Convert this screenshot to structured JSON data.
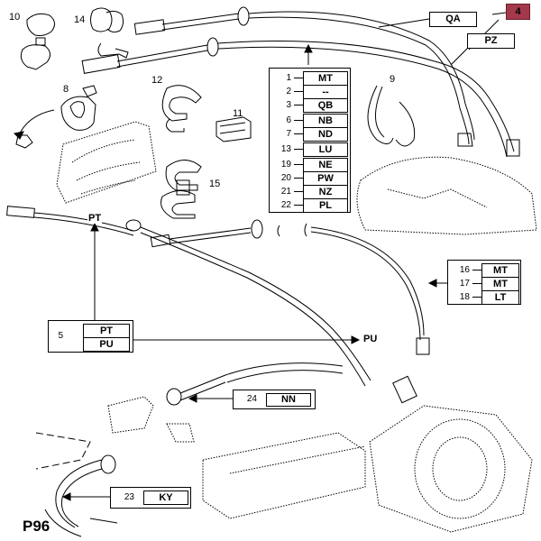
{
  "diagram": {
    "page_code": "P96",
    "highlight_color": "#a3394a",
    "badge": {
      "label": "4"
    },
    "part_numbers": [
      "10",
      "14",
      "8",
      "12",
      "11",
      "15",
      "9"
    ],
    "callouts": {
      "qa": {
        "code": "QA"
      },
      "pz": {
        "code": "PZ"
      },
      "main_table": {
        "rows": [
          {
            "num": "1",
            "code": "MT"
          },
          {
            "num": "2",
            "code": "--"
          },
          {
            "num": "3",
            "code": "QB"
          },
          {
            "num": "6",
            "code": "NB"
          },
          {
            "num": "7",
            "code": "ND"
          },
          {
            "num": "13",
            "code": "LU"
          },
          {
            "num": "19",
            "code": "NE"
          },
          {
            "num": "20",
            "code": "PW"
          },
          {
            "num": "21",
            "code": "NZ"
          },
          {
            "num": "22",
            "code": "PL"
          }
        ]
      },
      "right_table": {
        "rows": [
          {
            "num": "16",
            "code": "MT"
          },
          {
            "num": "17",
            "code": "MT"
          },
          {
            "num": "18",
            "code": "LT"
          }
        ]
      },
      "item5": {
        "num": "5",
        "codes": [
          "PT",
          "PU"
        ]
      },
      "item24": {
        "num": "24",
        "code": "NN"
      },
      "item23": {
        "num": "23",
        "code": "KY"
      }
    },
    "free_labels": {
      "pt": "PT",
      "pu": "PU"
    }
  }
}
